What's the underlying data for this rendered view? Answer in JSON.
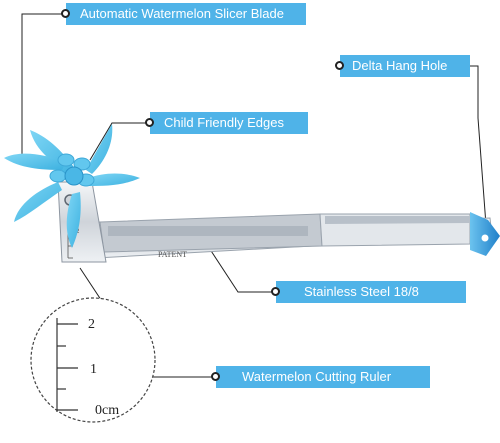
{
  "labels": {
    "blade": "Automatic Watermelon Slicer Blade",
    "hang_hole": "Delta Hang Hole",
    "edges": "Child Friendly Edges",
    "steel": "Stainless Steel 18/8",
    "ruler": "Watermelon Cutting Ruler"
  },
  "product_text": {
    "patent": "PATENT",
    "ruler_top_mark": "2"
  },
  "ruler_zoom": {
    "mark_2": "2",
    "mark_1": "1",
    "mark_0": "0cm"
  },
  "colors": {
    "accent": "#4fb3e8",
    "blade": "#5bc6ee",
    "steel": "#d9dde2",
    "end_cap": "#2f8fd6"
  }
}
